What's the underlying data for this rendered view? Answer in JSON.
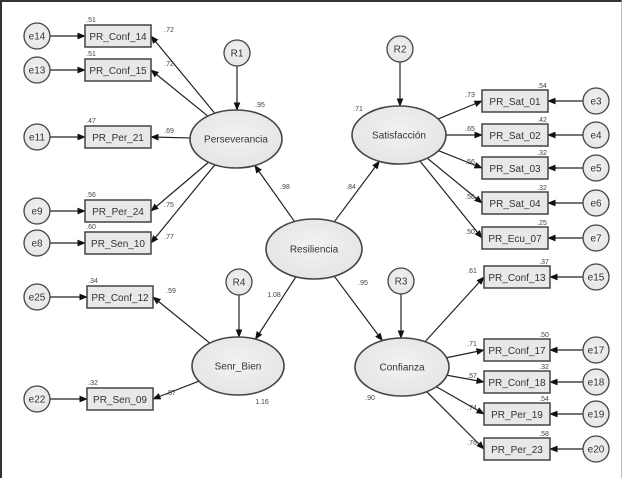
{
  "diagram": {
    "title": "",
    "latent": [
      {
        "id": "Resiliencia",
        "label": "Resiliencia"
      },
      {
        "id": "Perseverancia",
        "label": "Perseverancia",
        "r2": ".95"
      },
      {
        "id": "Satisfaccion",
        "label": "Satisfacción",
        "r2": ".71"
      },
      {
        "id": "Senr_Bien",
        "label": "Senr_Bien",
        "r2": "1.16"
      },
      {
        "id": "Confianza",
        "label": "Confianza",
        "r2": ".90"
      }
    ],
    "residuals": [
      {
        "id": "R1",
        "label": "R1",
        "target": "Perseverancia"
      },
      {
        "id": "R2",
        "label": "R2",
        "target": "Satisfaccion"
      },
      {
        "id": "R3",
        "label": "R3",
        "target": "Confianza"
      },
      {
        "id": "R4",
        "label": "R4",
        "target": "Senr_Bien"
      }
    ],
    "structural_paths": [
      {
        "from": "Resiliencia",
        "to": "Perseverancia",
        "coef": ".98"
      },
      {
        "from": "Resiliencia",
        "to": "Satisfaccion",
        "coef": ".84"
      },
      {
        "from": "Resiliencia",
        "to": "Senr_Bien",
        "coef": "1.08"
      },
      {
        "from": "Resiliencia",
        "to": "Confianza",
        "coef": ".95"
      }
    ],
    "indicators": [
      {
        "label": "PR_Conf_14",
        "error": "e14",
        "factor": "Perseverancia",
        "loading": ".72",
        "r2": ".51"
      },
      {
        "label": "PR_Conf_15",
        "error": "e13",
        "factor": "Perseverancia",
        "loading": ".72",
        "r2": ".51"
      },
      {
        "label": "PR_Per_21",
        "error": "e11",
        "factor": "Perseverancia",
        "loading": ".69",
        "r2": ".47"
      },
      {
        "label": "PR_Per_24",
        "error": "e9",
        "factor": "Perseverancia",
        "loading": ".75",
        "r2": ".56"
      },
      {
        "label": "PR_Sen_10",
        "error": "e8",
        "factor": "Perseverancia",
        "loading": ".77",
        "r2": ".60"
      },
      {
        "label": "PR_Conf_12",
        "error": "e25",
        "factor": "Senr_Bien",
        "loading": ".59",
        "r2": ".34"
      },
      {
        "label": "PR_Sen_09",
        "error": "e22",
        "factor": "Senr_Bien",
        "loading": ".57",
        "r2": ".32"
      },
      {
        "label": "PR_Sat_01",
        "error": "e3",
        "factor": "Satisfaccion",
        "loading": ".73",
        "r2": ".54"
      },
      {
        "label": "PR_Sat_02",
        "error": "e4",
        "factor": "Satisfaccion",
        "loading": ".65",
        "r2": ".42"
      },
      {
        "label": "PR_Sat_03",
        "error": "e5",
        "factor": "Satisfaccion",
        "loading": ".56",
        "r2": ".32"
      },
      {
        "label": "PR_Sat_04",
        "error": "e6",
        "factor": "Satisfaccion",
        "loading": ".56",
        "r2": ".32"
      },
      {
        "label": "PR_Ecu_07",
        "error": "e7",
        "factor": "Satisfaccion",
        "loading": ".50",
        "r2": ".25"
      },
      {
        "label": "PR_Conf_13",
        "error": "e15",
        "factor": "Confianza",
        "loading": ".61",
        "r2": ".37"
      },
      {
        "label": "PR_Conf_17",
        "error": "e17",
        "factor": "Confianza",
        "loading": ".71",
        "r2": ".50"
      },
      {
        "label": "PR_Conf_18",
        "error": "e18",
        "factor": "Confianza",
        "loading": ".57",
        "r2": ".32"
      },
      {
        "label": "PR_Per_19",
        "error": "e19",
        "factor": "Confianza",
        "loading": ".74",
        "r2": ".54"
      },
      {
        "label": "PR_Per_23",
        "error": "e20",
        "factor": "Confianza",
        "loading": ".76",
        "r2": ".58"
      }
    ]
  }
}
